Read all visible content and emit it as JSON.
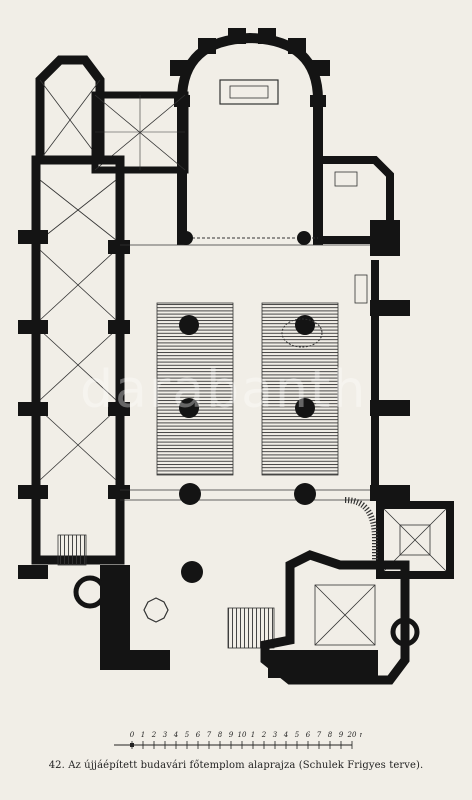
{
  "figure": {
    "caption": "42. Az újjáépített budavári főtemplom alaprajza (Schulek Frigyes terve).",
    "watermark": "darabanth"
  },
  "scale": {
    "labels": [
      "0",
      "1",
      "2",
      "3",
      "4",
      "5",
      "6",
      "7",
      "8",
      "9",
      "10",
      "1",
      "2",
      "3",
      "4",
      "5",
      "6",
      "7",
      "8",
      "9",
      "20",
      "m"
    ]
  },
  "colors": {
    "wall": "#141414",
    "paper": "#f1eee7",
    "line": "#333333"
  }
}
